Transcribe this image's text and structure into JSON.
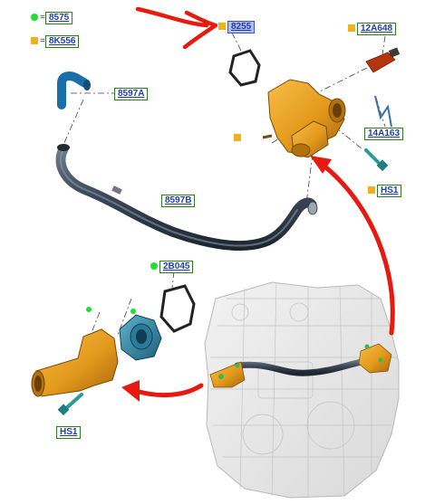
{
  "callouts": {
    "c8575": "8575",
    "c8K556": "8K556",
    "c8255": "8255",
    "c12A648": "12A648",
    "c8597A": "8597A",
    "c14A163": "14A163",
    "cHS1_top": "HS1",
    "c8597B": "8597B",
    "c2B045": "2B045",
    "cHS1_bottom": "HS1"
  },
  "equals_sign": "=",
  "colors": {
    "callout_border": "#2e7d1f",
    "callout_text": "#1d3fae",
    "highlight_fill": "#aebff0",
    "square_marker": "#f0b020",
    "circle_marker": "#22dd33",
    "arrow_red": "#e8190f",
    "part_orange": "#e39a1c",
    "hose_dark": "#3a4656",
    "thermostat_blue": "#2a7a9a"
  },
  "icons": [
    "square-marker-icon",
    "circle-marker-icon",
    "red-arrow-icon"
  ]
}
